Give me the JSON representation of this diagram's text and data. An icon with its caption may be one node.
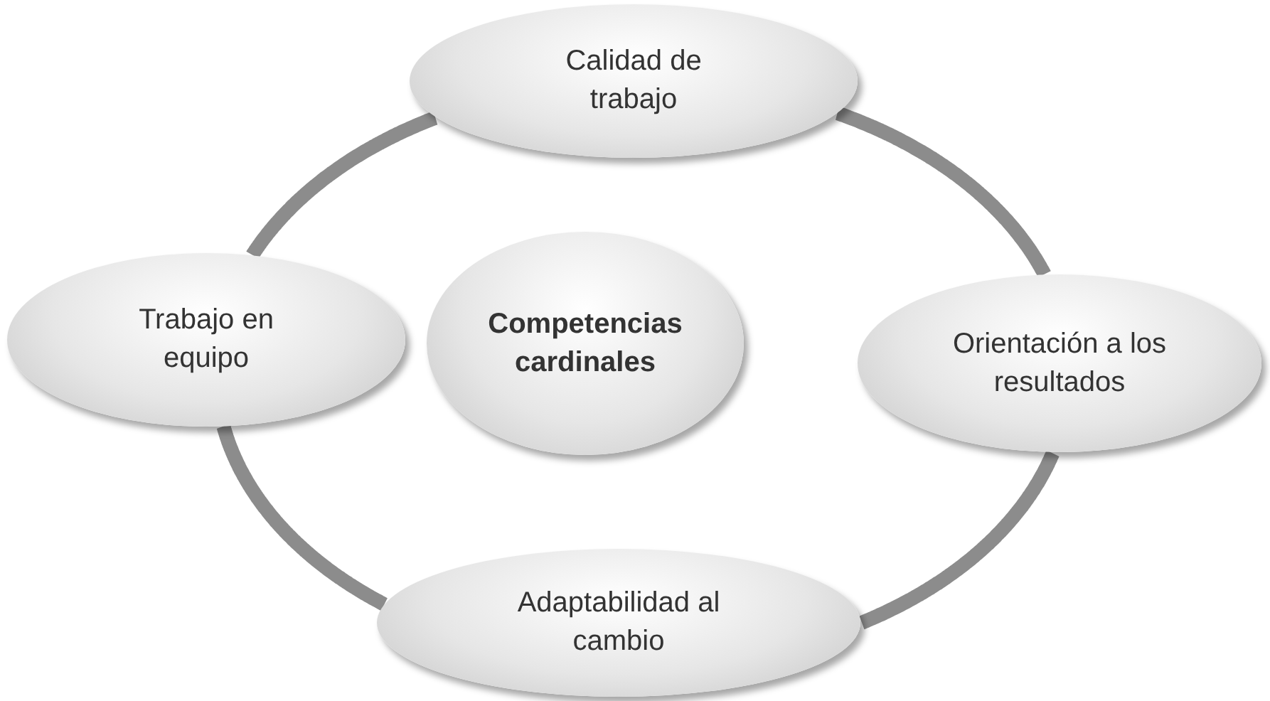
{
  "diagram": {
    "nodes": [
      {
        "text": [
          "Calidad de trabajo"
        ]
      },
      {
        "text": [
          "Trabajo en equipo"
        ]
      },
      {
        "text": [
          "Competencias cardinales"
        ]
      },
      {
        "text": [
          "Orientación a los resultados"
        ]
      },
      {
        "text": [
          "Adaptabilidad al cambio"
        ]
      }
    ],
    "edges": [
      {
        "from": 0,
        "to": 3,
        "arrow": "none"
      },
      {
        "from": 3,
        "to": 4,
        "arrow": "none"
      },
      {
        "from": 4,
        "to": 1,
        "arrow": "none"
      },
      {
        "from": 1,
        "to": 0,
        "arrow": "none"
      }
    ]
  }
}
